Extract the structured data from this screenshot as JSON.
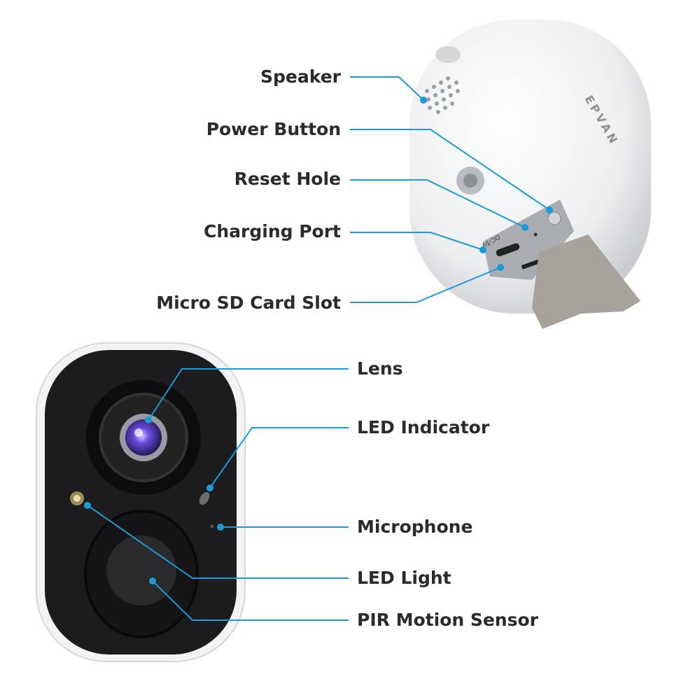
{
  "logo_text": "EPVAN",
  "accent_color": "#1a9ad6",
  "back_view": {
    "labels": [
      "Speaker",
      "Power Button",
      "Reset Hole",
      "Charging Port",
      "Micro SD Card Slot"
    ],
    "port_marking": "DC-5V"
  },
  "front_view": {
    "labels": [
      "Lens",
      "LED Indicator",
      "Microphone",
      "LED Light",
      "PIR Motion Sensor"
    ]
  }
}
